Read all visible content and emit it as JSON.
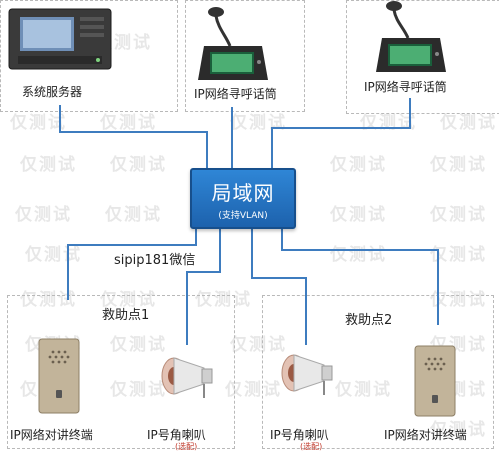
{
  "watermark": "仅测试",
  "hub": {
    "title": "局域网",
    "subtitle": "(支持VLAN)"
  },
  "devices": {
    "server": "系统服务器",
    "paging1": "IP网络寻呼话筒",
    "paging2": "IP网络寻呼话筒",
    "intercom1": "IP网络对讲终端",
    "horn1": "IP号角喇叭",
    "horn2": "IP号角喇叭",
    "intercom2": "IP网络对讲终端"
  },
  "zones": {
    "left": "救助点1",
    "right": "救助点2"
  },
  "caption": "sipip181微信",
  "horn_tag": "(选配)",
  "colors": {
    "wire": "#3e7cbf",
    "hub": "#1f6ab8",
    "panel": "#b9a98e"
  }
}
